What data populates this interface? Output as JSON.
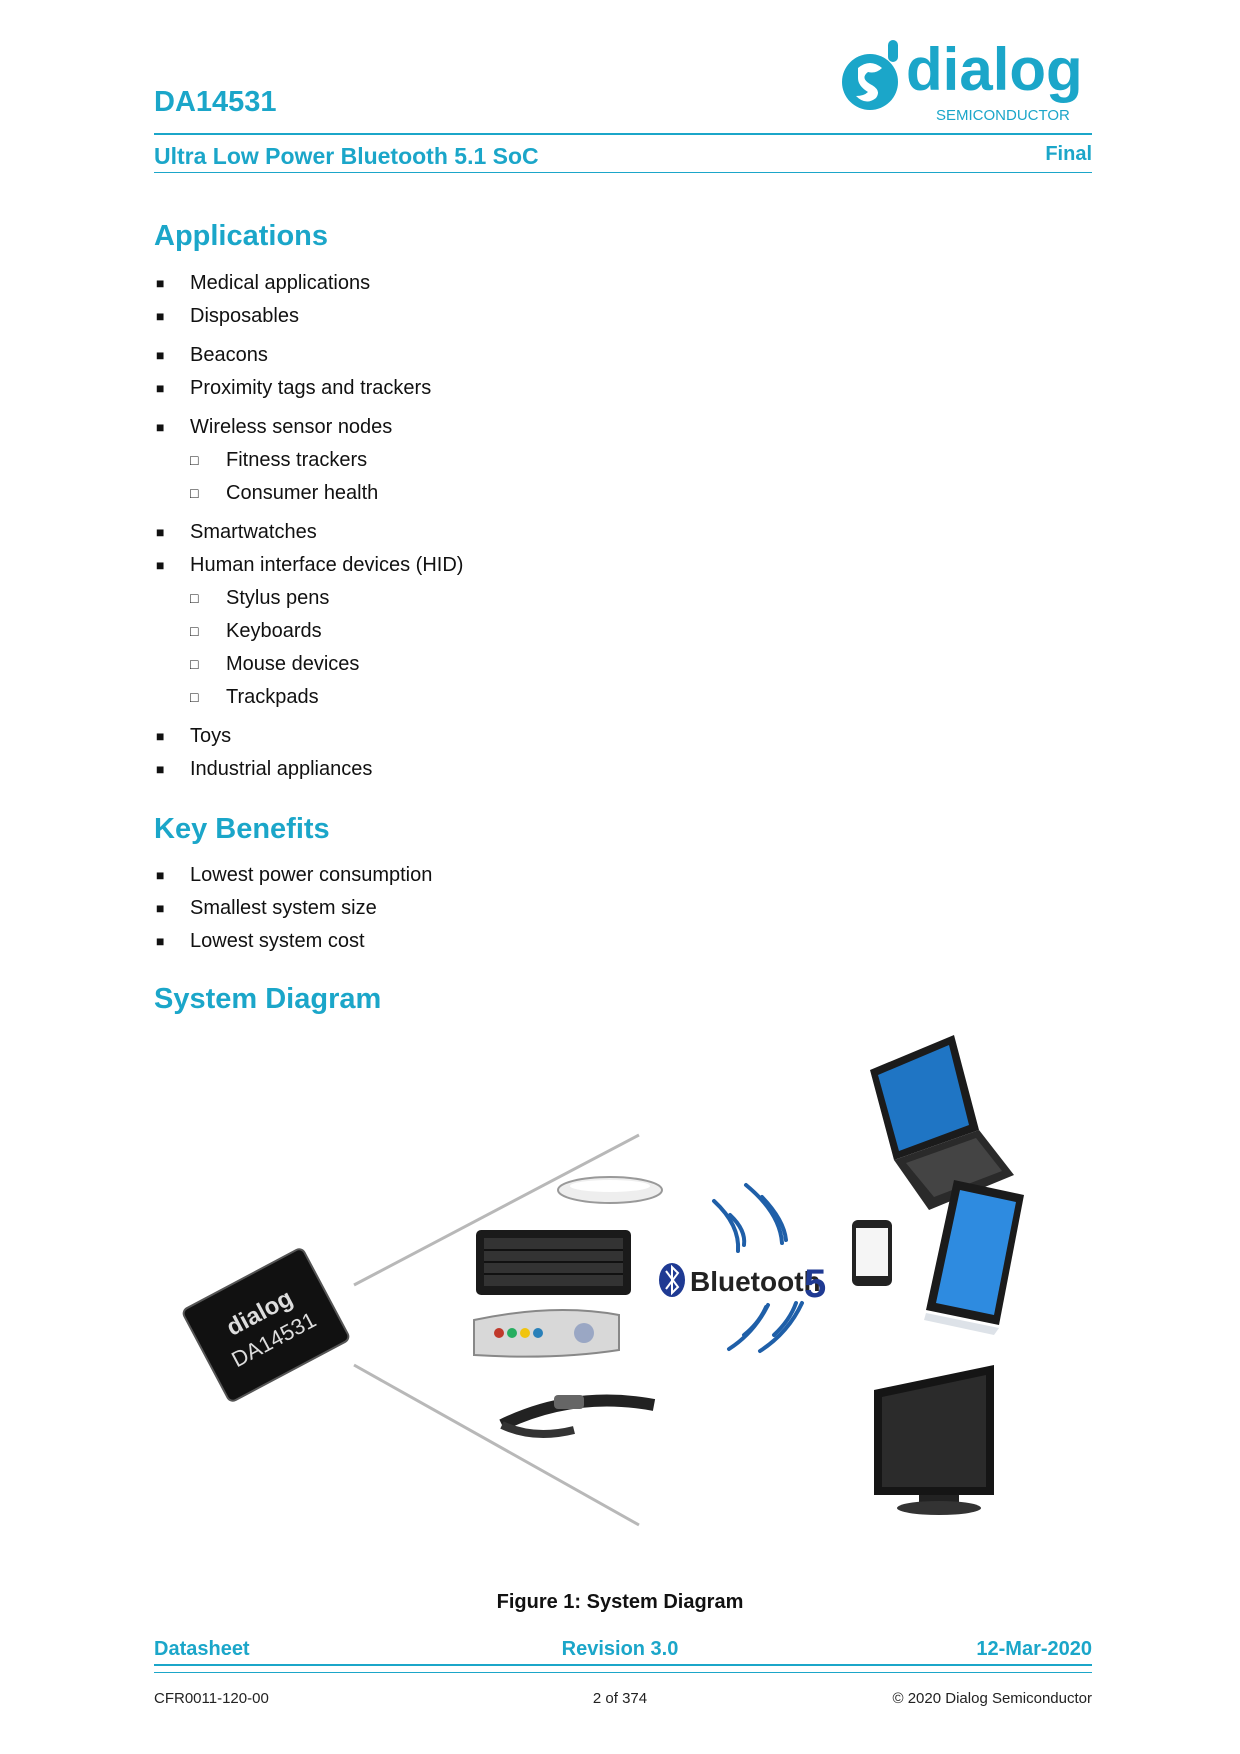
{
  "header": {
    "doc_title": "DA14531",
    "subtitle": "Ultra Low Power Bluetooth 5.1 SoC",
    "status": "Final",
    "logo_text": "dialog",
    "logo_subtext": "SEMICONDUCTOR"
  },
  "applications": {
    "heading": "Applications",
    "items": [
      {
        "label": "Medical applications"
      },
      {
        "label": "Disposables"
      },
      {
        "label": "Beacons"
      },
      {
        "label": "Proximity tags and trackers"
      },
      {
        "label": "Wireless sensor nodes"
      },
      {
        "label": "Fitness trackers"
      },
      {
        "label": "Consumer health"
      },
      {
        "label": "Smartwatches"
      },
      {
        "label": "Human interface devices (HID)"
      },
      {
        "label": "Stylus pens"
      },
      {
        "label": "Keyboards"
      },
      {
        "label": "Mouse devices"
      },
      {
        "label": "Trackpads"
      },
      {
        "label": "Toys"
      },
      {
        "label": "Industrial appliances"
      }
    ]
  },
  "key_benefits": {
    "heading": "Key Benefits",
    "items": [
      {
        "label": "Lowest power consumption"
      },
      {
        "label": "Smallest system size"
      },
      {
        "label": "Lowest system cost"
      }
    ]
  },
  "system_diagram": {
    "heading": "System Diagram",
    "chip_brand": "dialog",
    "chip_label": "DA14531",
    "bluetooth_label": "Bluetooth",
    "bluetooth_version": "5",
    "caption": "Figure 1: System Diagram"
  },
  "footer": {
    "doc_type": "Datasheet",
    "revision": "Revision 3.0",
    "date": "12-Mar-2020",
    "doc_code": "CFR0011-120-00",
    "page": "2 of 374",
    "copyright": "© 2020 Dialog Semiconductor"
  },
  "colors": {
    "accent": "#1ba6c9",
    "bluetooth_blue": "#1f3a93"
  },
  "bullets": {
    "level1": "■",
    "level2": "□"
  }
}
